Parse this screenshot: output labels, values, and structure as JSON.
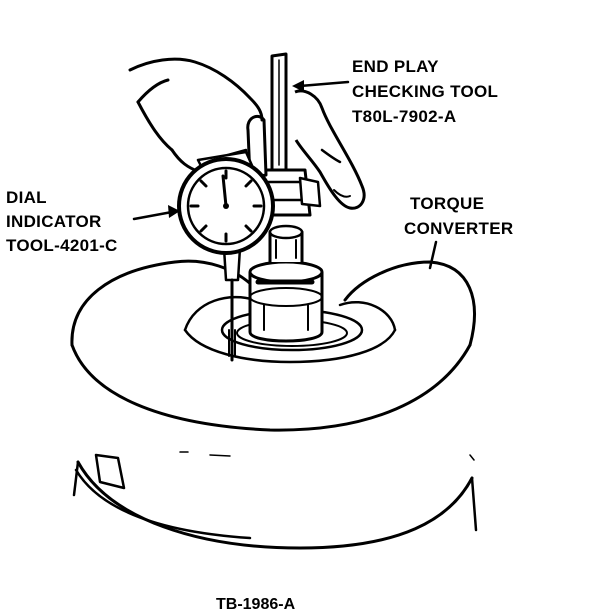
{
  "callouts": {
    "end_play_tool": {
      "line1": "END PLAY",
      "line2": "CHECKING TOOL",
      "line3": "T80L-7902-A"
    },
    "dial_indicator": {
      "line1": "DIAL",
      "line2": "INDICATOR",
      "line3": "TOOL-4201-C"
    },
    "torque_converter": {
      "line1": "TORQUE",
      "line2": "CONVERTER"
    }
  },
  "figure_id": "TB-1986-A",
  "colors": {
    "ink": "#000000",
    "paper": "#ffffff"
  }
}
